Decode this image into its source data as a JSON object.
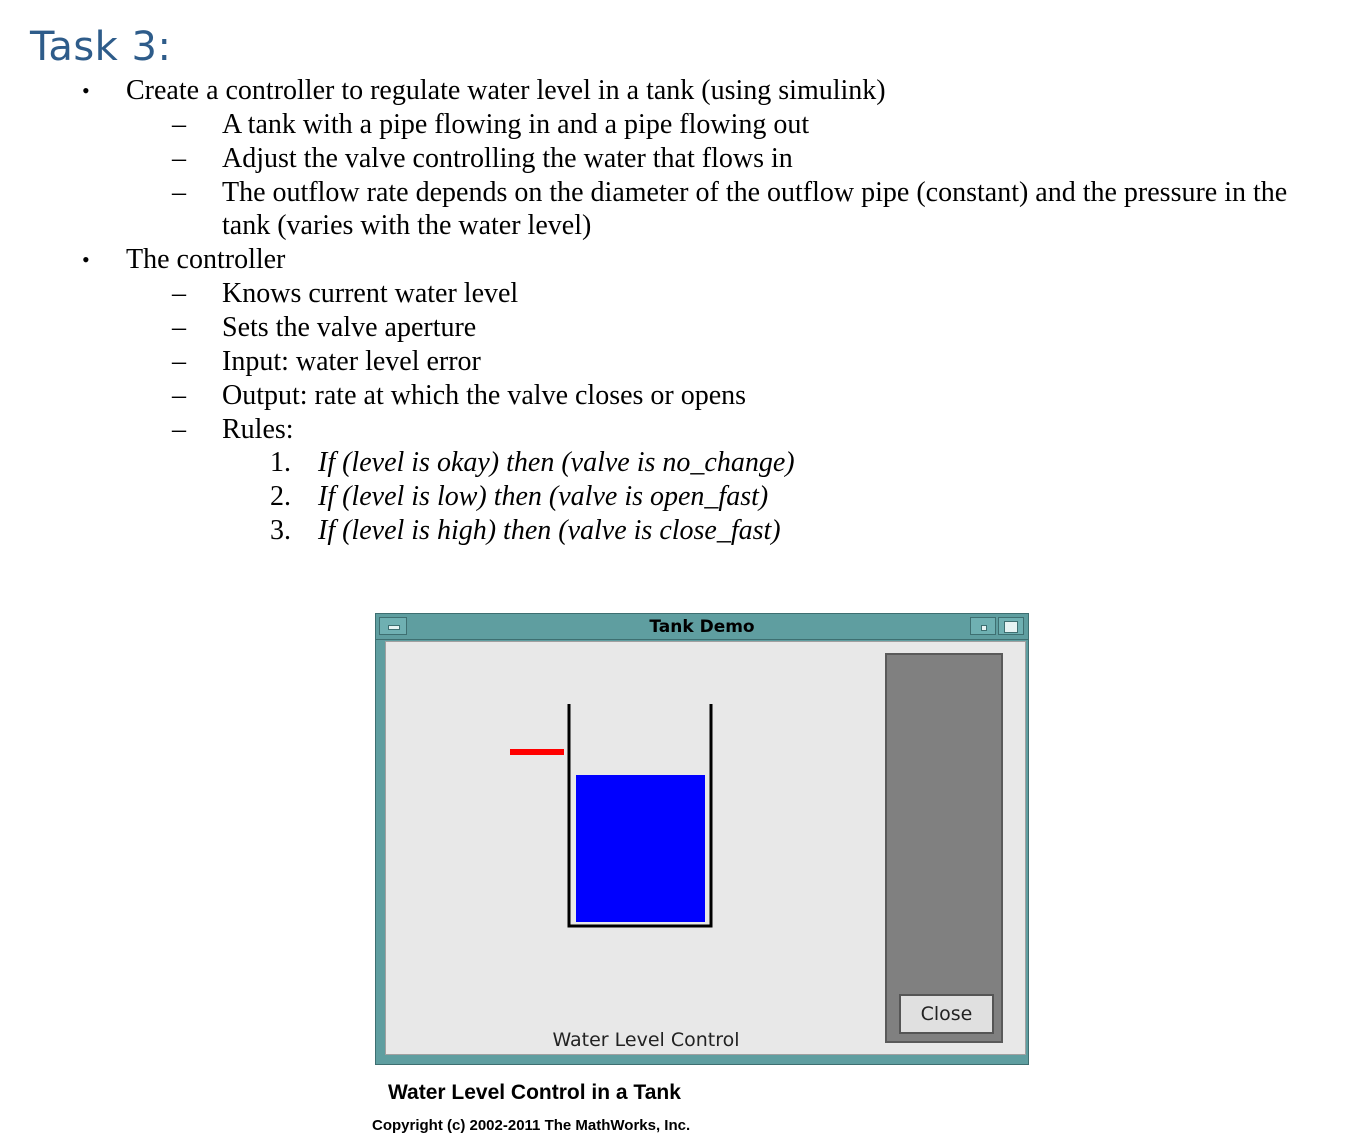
{
  "heading": "Task 3:",
  "bullets": [
    {
      "text": "Create a controller to regulate water level in a  tank (using simulink)",
      "subs": [
        "A tank with a pipe flowing in and a pipe flowing  out",
        "Adjust the valve controlling the water that flows in",
        "The outflow rate depends on the diameter of the  outflow pipe (constant) and the pressure in the",
        "tank (varies with the water level)"
      ]
    },
    {
      "text": "The controller",
      "subs": [
        "Knows current water level",
        "Sets the valve aperture",
        "Input: water level error",
        "Output: rate at which the valve closes or opens",
        "Rules:"
      ]
    }
  ],
  "rules": [
    {
      "num": "1.",
      "text": "If (level is okay) then (valve is no_change)"
    },
    {
      "num": "2.",
      "text": "If (level is low) then (valve is open_fast)"
    },
    {
      "num": "3.",
      "text": "If (level is high) then (valve is close_fast)"
    }
  ],
  "window": {
    "title": "Tank Demo",
    "close_label": "Close",
    "caption": "Water Level Control",
    "water_color": "#0000ff",
    "setpoint_color": "#ff0000",
    "panel_color": "#808080"
  },
  "figure": {
    "caption": "Water Level Control in a Tank",
    "copyright": "Copyright (c) 2002-2011 The MathWorks, Inc."
  }
}
